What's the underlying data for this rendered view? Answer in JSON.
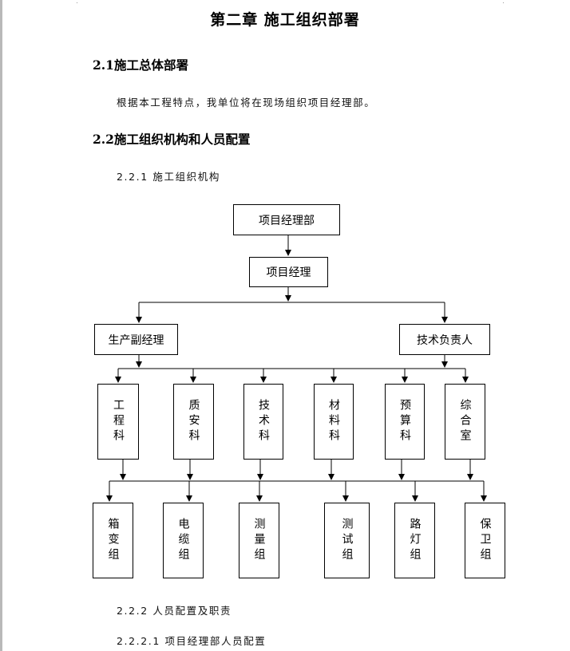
{
  "document": {
    "chapter_title": "第二章  施工组织部署",
    "section_1": {
      "heading": "2.1施工总体部署",
      "paragraph": "根据本工程特点，我单位将在现场组织项目经理部。"
    },
    "section_2": {
      "heading": "2.2施工组织机构和人员配置",
      "sub_1": "2.2.1 施工组织机构",
      "sub_2": "2.2.2 人员配置及职责",
      "sub_2_1": "2.2.2.1 项目经理部人员配置"
    }
  },
  "org_chart": {
    "top": "项目经理部",
    "manager": "项目经理",
    "deputies": [
      "生产副经理",
      "技术负责人"
    ],
    "departments": [
      "工程科",
      "质安科",
      "技术科",
      "材料科",
      "预算科",
      "综合室"
    ],
    "teams": [
      "箱变组",
      "电缆组",
      "测量组",
      "测试组",
      "路灯组",
      "保卫组"
    ]
  }
}
